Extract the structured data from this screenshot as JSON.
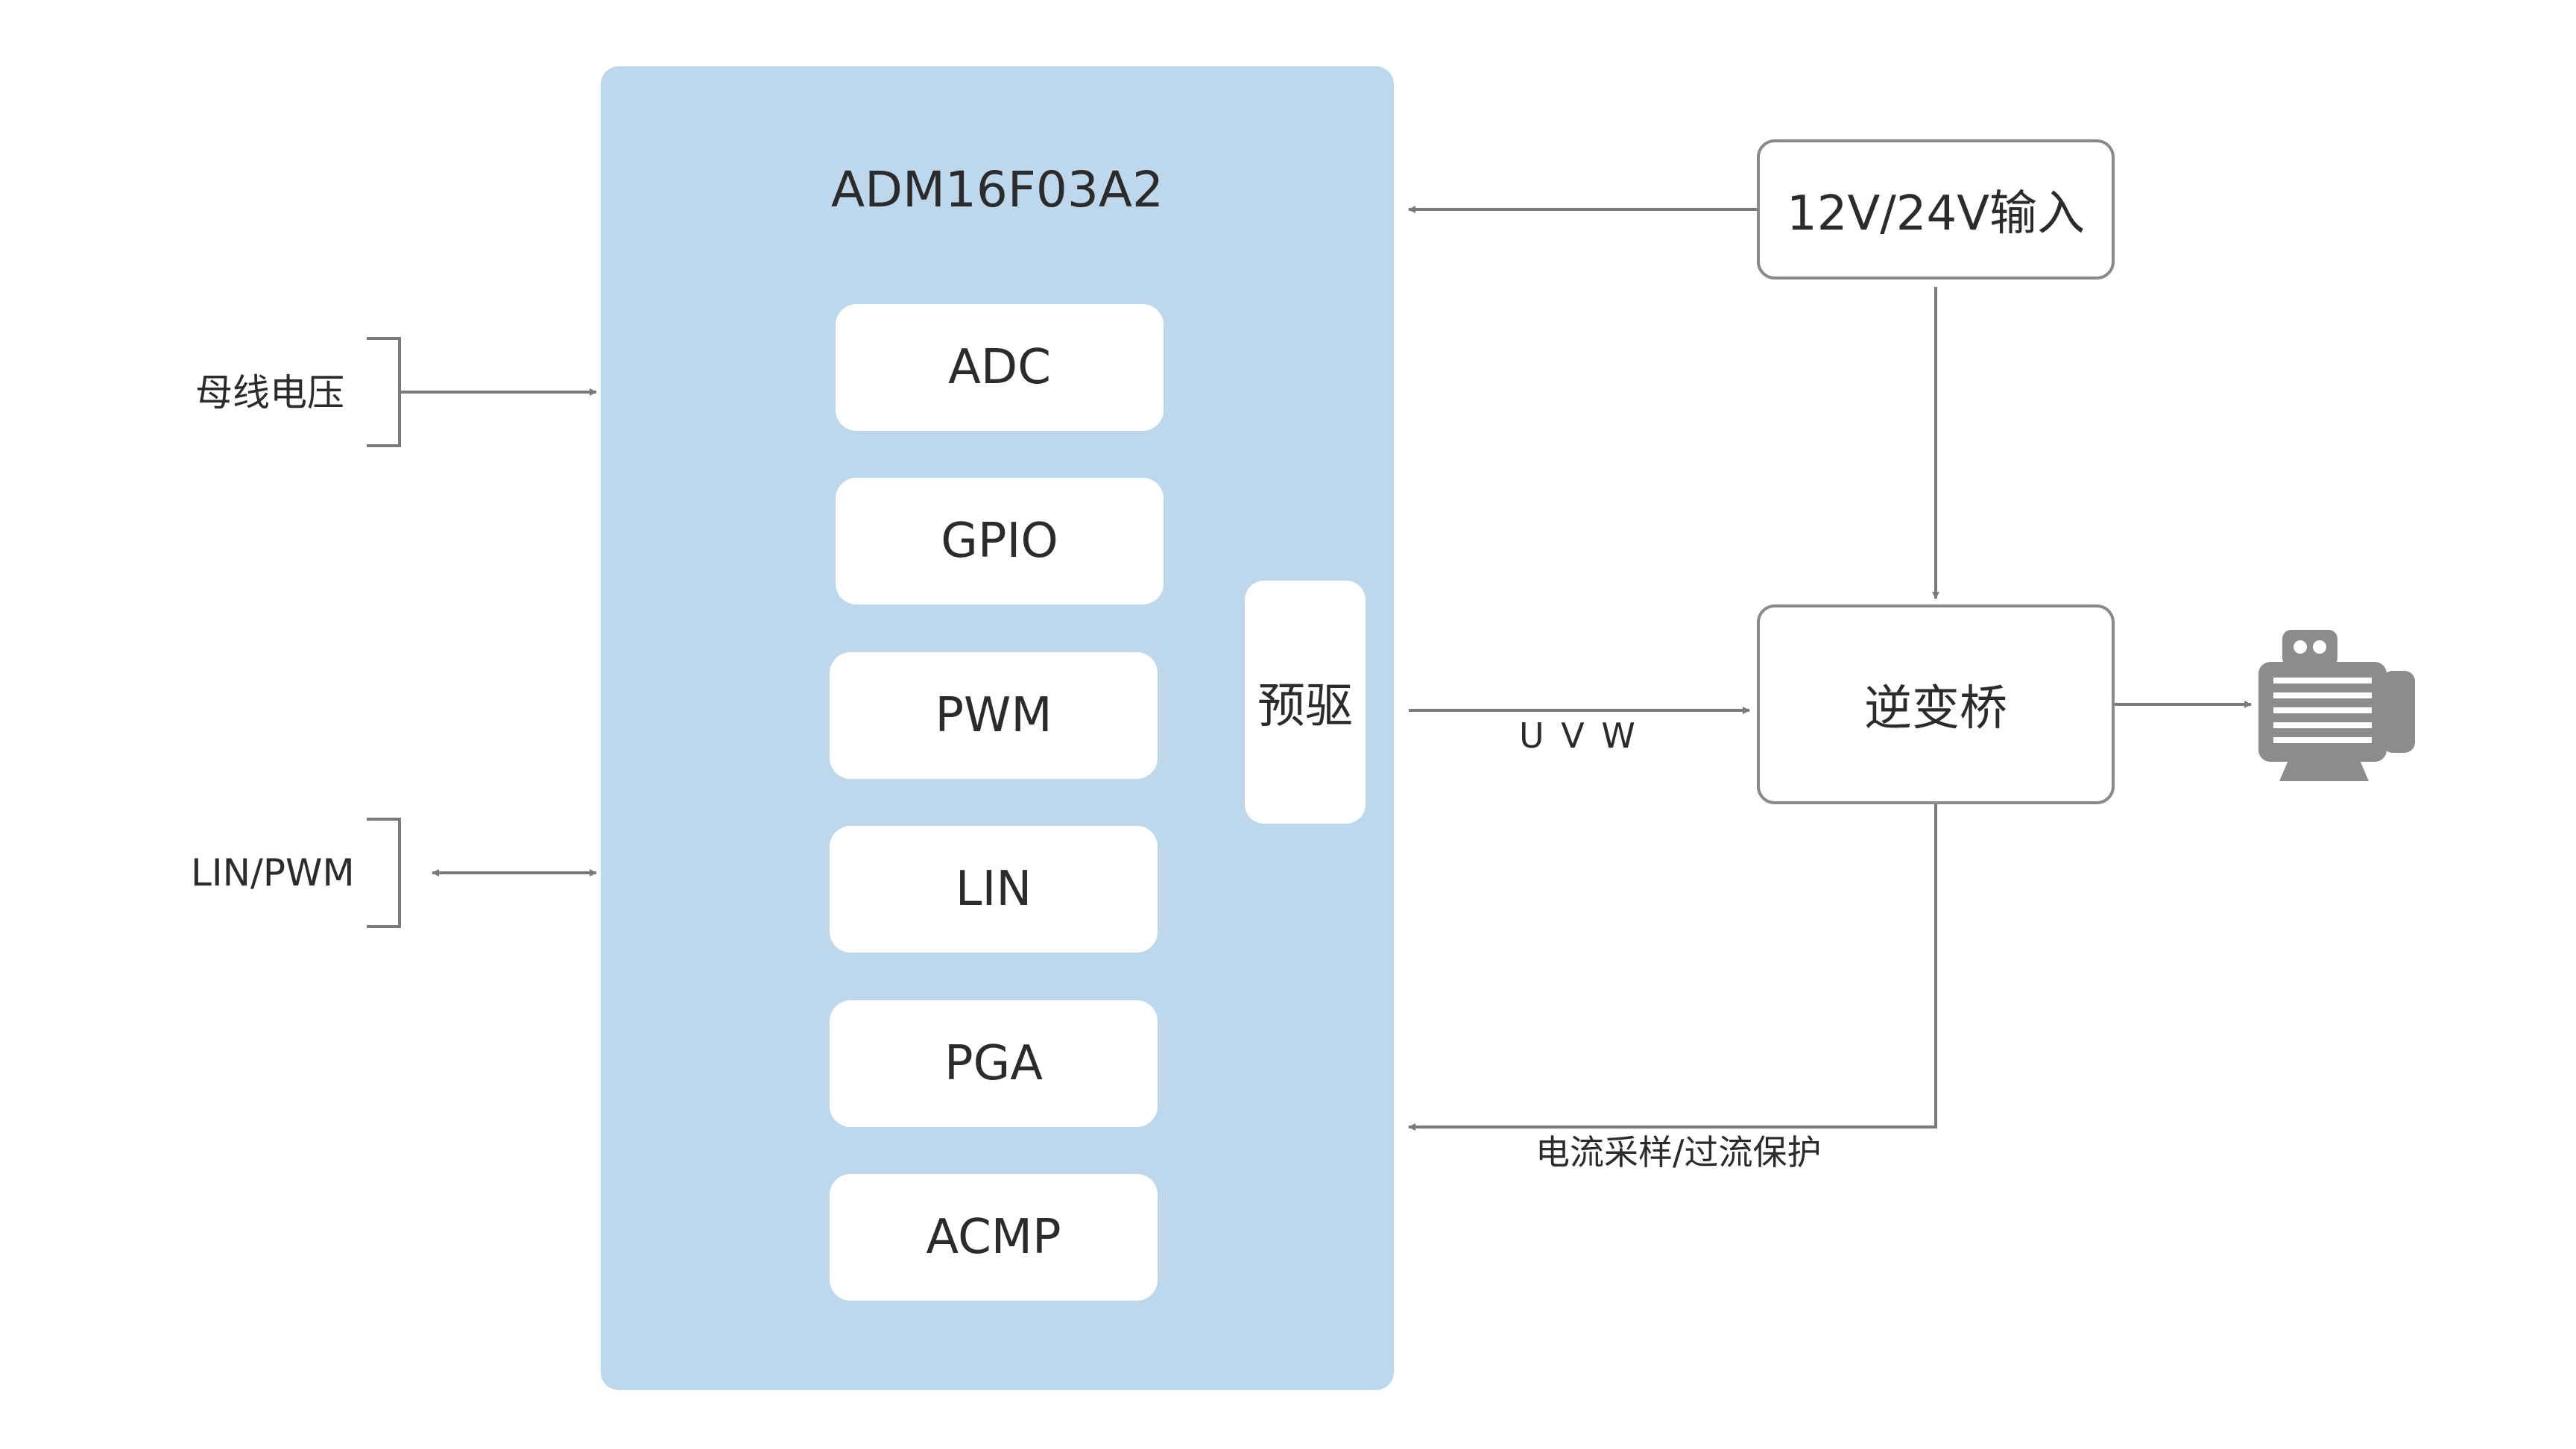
{
  "chip": {
    "title": "ADM16F03A2",
    "modules": [
      "ADC",
      "GPIO",
      "PWM",
      "LIN",
      "PGA",
      "ACMP"
    ],
    "predriver": "预驱"
  },
  "inputs": {
    "bus_voltage": "母线电压",
    "lin_pwm": "LIN/PWM"
  },
  "power_input": "12V/24V输入",
  "inverter_bridge": "逆变桥",
  "uvw_label": "U V W",
  "feedback_label": "电流采样/过流保护",
  "colors": {
    "chip_fill": "#bdd8ed",
    "line": "#7a7a7a",
    "motor": "#8c8c8c"
  },
  "icons": [
    "motor-icon"
  ]
}
